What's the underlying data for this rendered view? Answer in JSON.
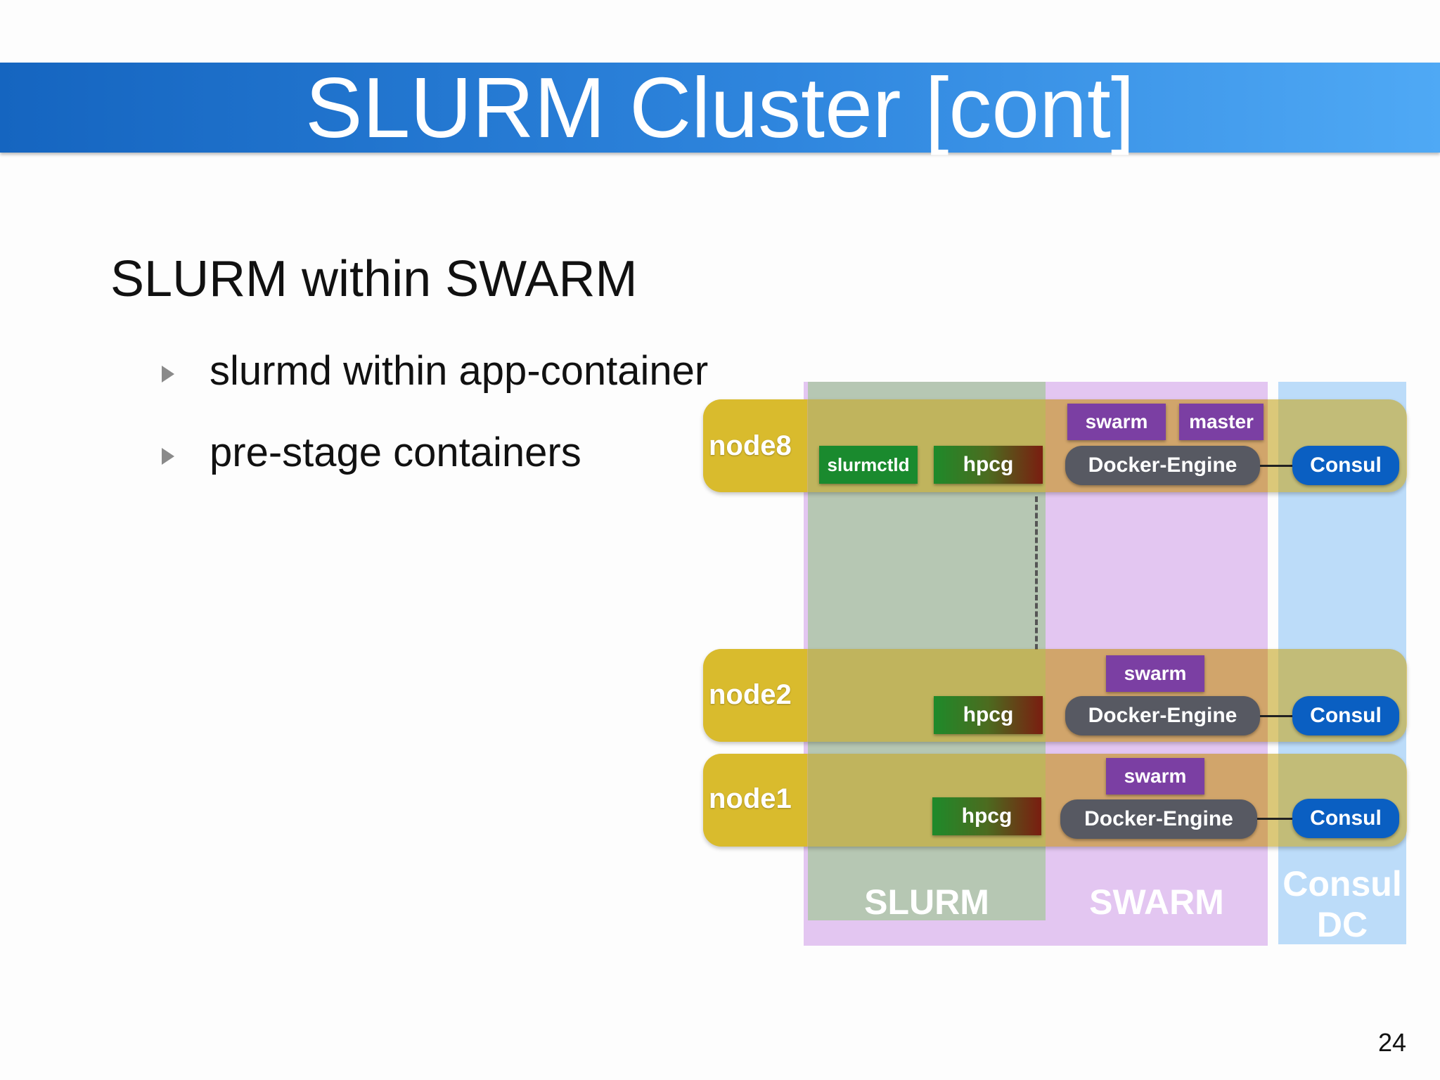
{
  "slide": {
    "title": "SLURM Cluster [cont]",
    "subtitle": "SLURM within SWARM",
    "bullets": [
      "slurmd within app-container",
      "pre-stage containers"
    ],
    "page_number": "24"
  },
  "diagram": {
    "columns": {
      "slurm": "SLURM",
      "swarm": "SWARM",
      "consul_line1": "Consul",
      "consul_line2": "DC"
    },
    "nodes": [
      {
        "name": "node8",
        "slurmctld": "slurmctld",
        "hpcg": "hpcg",
        "swarm": "swarm",
        "master": "master",
        "engine": "Docker-Engine",
        "consul": "Consul"
      },
      {
        "name": "node2",
        "hpcg": "hpcg",
        "swarm": "swarm",
        "engine": "Docker-Engine",
        "consul": "Consul"
      },
      {
        "name": "node1",
        "hpcg": "hpcg",
        "swarm": "swarm",
        "engine": "Docker-Engine",
        "consul": "Consul"
      }
    ]
  },
  "colors": {
    "title_bar": "#2f86de",
    "slurm_column": "#b6c7b3",
    "swarm_column": "#e3c6f1",
    "consul_column": "#bcdcf9",
    "node": "#d9bb2d",
    "swarm_tag": "#7b3fa3",
    "docker_engine": "#575962",
    "consul": "#0a5fc2",
    "slurmctld": "#1a8a2e"
  }
}
